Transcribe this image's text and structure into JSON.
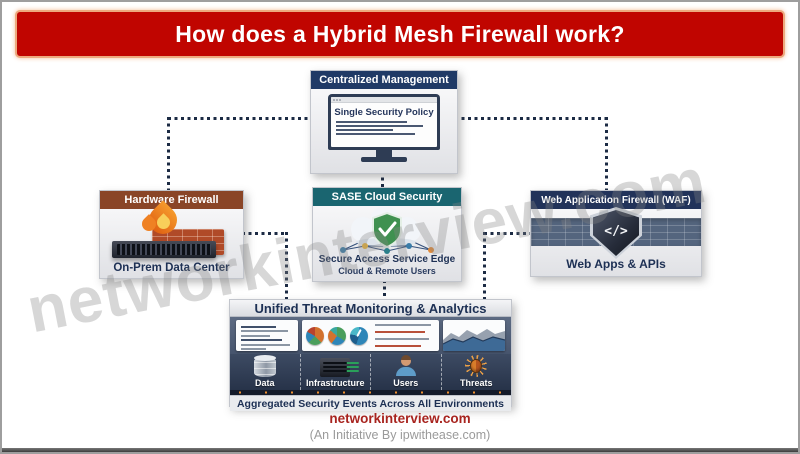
{
  "title": "How does a Hybrid Mesh Firewall work?",
  "watermark": "networkinterview.com",
  "footer": {
    "site": "networkinterview.com",
    "initiative": "(An Initiative By ipwithease.com)"
  },
  "colors": {
    "banner_red": "#c00500",
    "banner_border": "#eda97e",
    "centralized_header": "#203a66",
    "hardware_header": "#8a4527",
    "sase_header": "#1a6570",
    "waf_header": "#22335a",
    "text_navy": "#1d3054",
    "connector": "#1c2b44",
    "footer_red": "#a8241f",
    "footer_gray": "#9a9a9a"
  },
  "boxes": {
    "centralized": {
      "header": "Centralized Management",
      "screen_title": "Single Security Policy"
    },
    "hardware": {
      "header": "Hardware Firewall",
      "caption": "On-Prem Data Center"
    },
    "sase": {
      "header": "SASE Cloud Security",
      "caption": "Secure Access Service Edge",
      "subcaption": "Cloud & Remote Users"
    },
    "waf": {
      "header": "Web Application Firewall (WAF)",
      "glyph": "</>",
      "caption": "Web Apps & APIs"
    },
    "unified": {
      "header": "Unified Threat Monitoring & Analytics",
      "items": [
        {
          "label": "Data",
          "icon": "database-icon"
        },
        {
          "label": "Infrastructure",
          "icon": "server-icon"
        },
        {
          "label": "Users",
          "icon": "user-icon"
        },
        {
          "label": "Threats",
          "icon": "bug-icon"
        }
      ],
      "caption": "Aggregated Security Events Across All Environments"
    }
  }
}
